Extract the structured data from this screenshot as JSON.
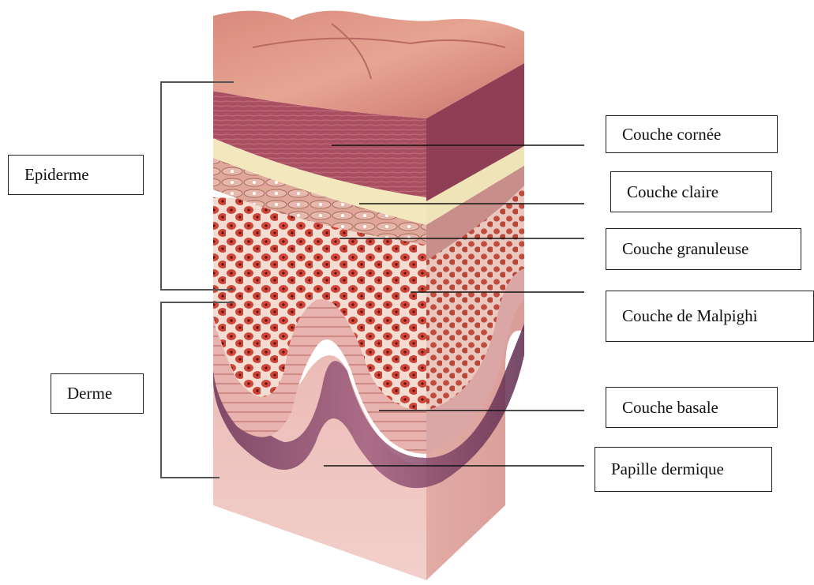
{
  "groups": {
    "epiderme": "Epiderme",
    "derme": "Derme"
  },
  "layers": {
    "couche_cornee": "Couche cornée",
    "couche_claire": "Couche claire",
    "couche_granuleuse": "Couche granuleuse",
    "couche_malpighi": "Couche de Malpighi",
    "couche_basale": "Couche basale",
    "papille_dermique": "Papille dermique"
  }
}
